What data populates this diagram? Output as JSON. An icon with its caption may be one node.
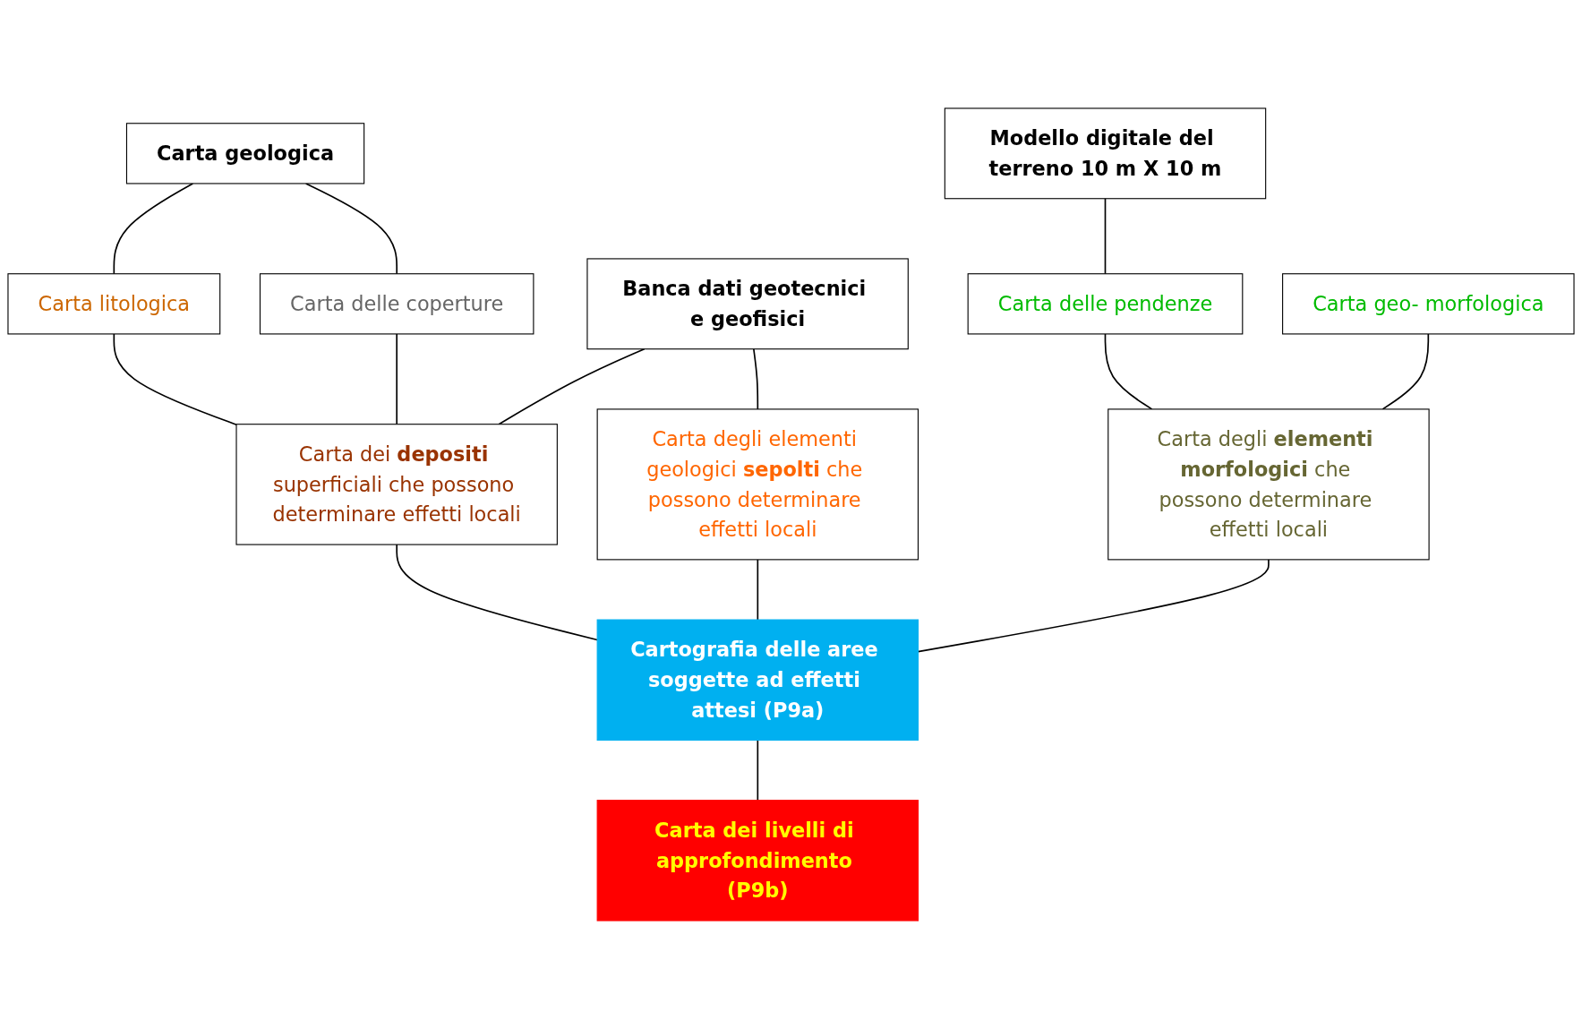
{
  "diagram": {
    "nodes": [
      {
        "text": [
          "Carta geologica"
        ]
      },
      {
        "text": [
          "Banca dati geotecnici e geofisici"
        ]
      },
      {
        "text": [
          "Modello digitale del terreno 10 m X 10 m"
        ]
      },
      {
        "text": [
          "Carta litologica"
        ]
      },
      {
        "text": [
          "Carta delle coperture"
        ]
      },
      {
        "text": [
          "Carta delle pendenze"
        ]
      },
      {
        "text": [
          "Carta geo- morfologica"
        ]
      },
      {
        "text": [
          "Carta dei **depositi** superficiali che possono determinare effetti locali"
        ]
      },
      {
        "text": [
          "Carta degli elementi geologici **sepolti** che possono determinare effetti locali"
        ]
      },
      {
        "text": [
          "Carta degli **elementi morfologici** che possono determinare effetti locali"
        ]
      },
      {
        "text": [
          "Cartografia delle aree soggette ad effetti attesi (P9a)"
        ]
      },
      {
        "text": [
          "Carta dei livelli di approfondimento (P9b)"
        ]
      }
    ],
    "edges": [
      {
        "from": 0,
        "to": 3,
        "arrow": "none"
      },
      {
        "from": 0,
        "to": 4,
        "arrow": "none"
      },
      {
        "from": 3,
        "to": 7,
        "arrow": "none"
      },
      {
        "from": 4,
        "to": 7,
        "arrow": "none"
      },
      {
        "from": 1,
        "to": 7,
        "arrow": "none"
      },
      {
        "from": 1,
        "to": 8,
        "arrow": "none"
      },
      {
        "from": 2,
        "to": 5,
        "arrow": "none"
      },
      {
        "from": 5,
        "to": 9,
        "arrow": "none"
      },
      {
        "from": 6,
        "to": 9,
        "arrow": "none"
      },
      {
        "from": 7,
        "to": 10,
        "arrow": "none"
      },
      {
        "from": 8,
        "to": 10,
        "arrow": "none"
      },
      {
        "from": 9,
        "to": 10,
        "arrow": "none"
      },
      {
        "from": 10,
        "to": 11,
        "arrow": "none"
      }
    ]
  }
}
